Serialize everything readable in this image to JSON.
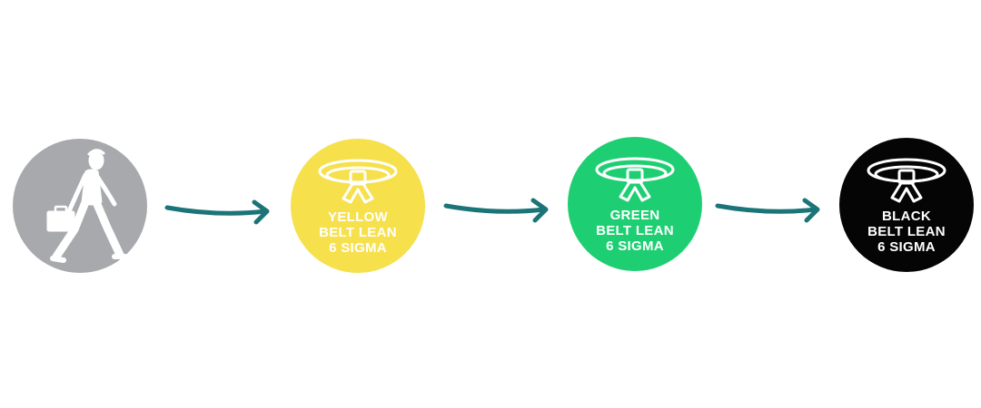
{
  "colors": {
    "start": "#a7a9ac",
    "yellow": "#f6e04c",
    "green": "#1dcf72",
    "black": "#050505",
    "arrow": "#1b7478"
  },
  "nodes": [
    {
      "id": "start",
      "icon": "walking-businessman-icon"
    },
    {
      "id": "yellow",
      "icon": "belt-icon",
      "lines": [
        "YELLOW",
        "BELT LEAN",
        "6 SIGMA"
      ]
    },
    {
      "id": "green",
      "icon": "belt-icon",
      "lines": [
        "GREEN",
        "BELT LEAN",
        "6 SIGMA"
      ]
    },
    {
      "id": "black",
      "icon": "belt-icon",
      "lines": [
        "BLACK",
        "BELT LEAN",
        "6 SIGMA"
      ]
    }
  ]
}
